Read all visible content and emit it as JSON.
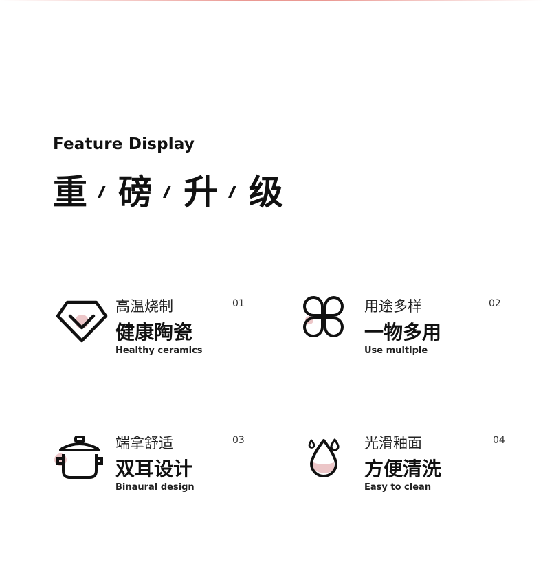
{
  "header": {
    "eyebrow": "Feature Display",
    "headline_chars": [
      "重",
      "磅",
      "升",
      "级"
    ]
  },
  "colors": {
    "accent_pink": "#ecc6c8",
    "text_dark": "#111111",
    "top_rule": "#d9453a"
  },
  "features": [
    {
      "number": "01",
      "title_line1": "高温烧制",
      "title_line2": "健康陶瓷",
      "subtitle": "Healthy ceramics",
      "icon": "diamond-icon"
    },
    {
      "number": "02",
      "title_line1": "用途多样",
      "title_line2": "一物多用",
      "subtitle": "Use multiple",
      "icon": "four-leaf-icon"
    },
    {
      "number": "03",
      "title_line1": "端拿舒适",
      "title_line2": "双耳设计",
      "subtitle": "Binaural design",
      "icon": "pot-icon"
    },
    {
      "number": "04",
      "title_line1": "光滑釉面",
      "title_line2": "方便清洗",
      "subtitle": "Easy to clean",
      "icon": "water-drop-icon"
    }
  ]
}
